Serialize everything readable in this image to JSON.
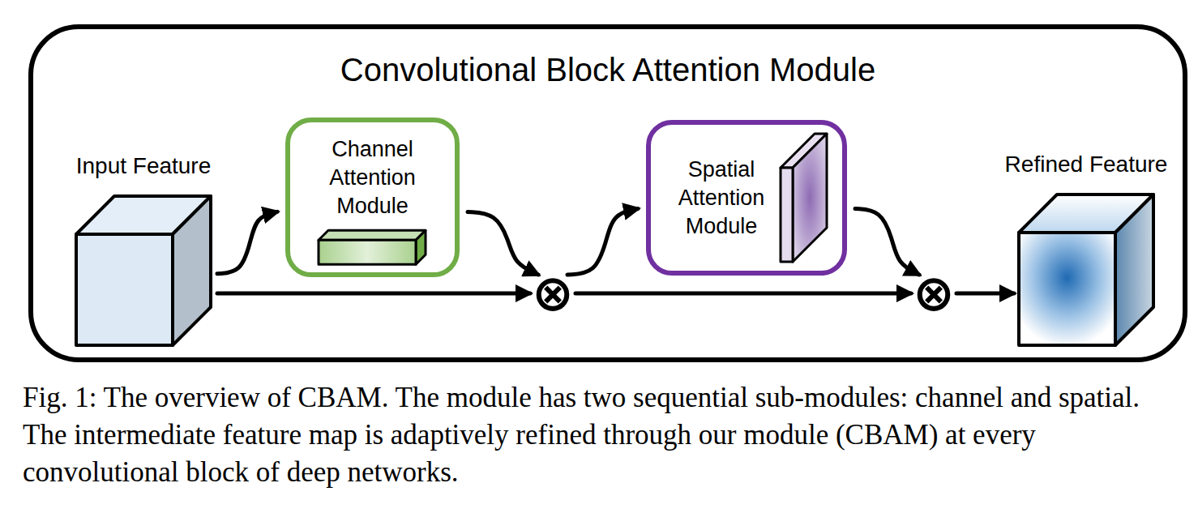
{
  "diagram": {
    "caption": "Fig. 1: The overview of CBAM. The module has two sequential sub-modules: channel and spatial. The intermediate feature map is adaptively refined through our module (CBAM) at every convolutional block of deep networks.",
    "nodes": [
      {
        "text": [
          "Convolutional Block Attention Module"
        ]
      },
      {
        "text": [
          "Input Feature"
        ],
        "in": 0
      },
      {
        "text": [
          "Channel Attention Module"
        ],
        "in": 0
      },
      {
        "text": [
          "⊗"
        ],
        "in": 0
      },
      {
        "text": [
          "Spatial Attention Module"
        ],
        "in": 0
      },
      {
        "text": [
          "⊗"
        ],
        "in": 0
      },
      {
        "text": [
          "Refined Feature"
        ],
        "in": 0
      }
    ],
    "edges": [
      {
        "from": 1,
        "to": 2,
        "arrow": "to"
      },
      {
        "from": 1,
        "to": 3,
        "arrow": "to"
      },
      {
        "from": 2,
        "to": 3,
        "arrow": "to"
      },
      {
        "from": 3,
        "to": 4,
        "arrow": "to"
      },
      {
        "from": 3,
        "to": 5,
        "arrow": "to"
      },
      {
        "from": 4,
        "to": 5,
        "arrow": "to"
      },
      {
        "from": 5,
        "to": 6,
        "arrow": "to"
      }
    ]
  }
}
